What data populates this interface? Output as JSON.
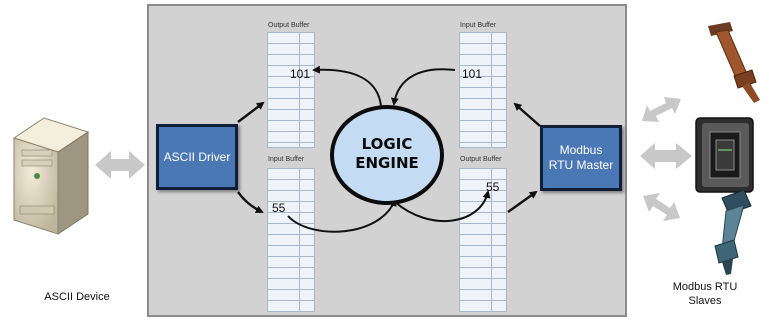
{
  "ascii_device": {
    "label": "ASCII Device"
  },
  "ascii_driver": {
    "label": "ASCII Driver"
  },
  "logic_engine": {
    "line1": "LOGIC",
    "line2": "ENGINE"
  },
  "modbus_master": {
    "line1": "Modbus",
    "line2": "RTU Master"
  },
  "slaves": {
    "line1": "Modbus RTU",
    "line2": "Slaves"
  },
  "buffers": {
    "left_output": {
      "label": "Output Buffer",
      "value": "101"
    },
    "left_input": {
      "label": "Input Buffer",
      "value": "55"
    },
    "right_input": {
      "label": "Input Buffer",
      "value": "101"
    },
    "right_output": {
      "label": "Output Buffer",
      "value": "55"
    }
  },
  "colors": {
    "panel": "#d2d2d2",
    "driver_box": "#4a78b5",
    "engine": "#c3dcf3",
    "arrow": "#c8c8c8"
  }
}
